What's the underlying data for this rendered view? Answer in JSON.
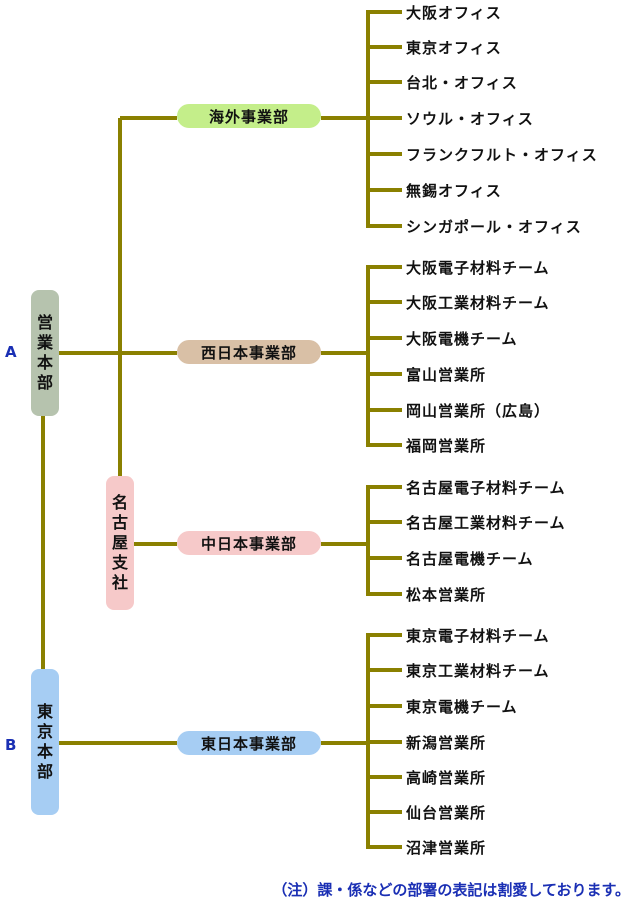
{
  "hq": [
    {
      "letter": "A",
      "name": "営業本部",
      "color": "#b6c3ae"
    },
    {
      "letter": "B",
      "name": "東京本部",
      "color": "#a6cdf3"
    }
  ],
  "branch": {
    "name": "名古屋支社",
    "color": "#f6c9c9"
  },
  "divisions": [
    {
      "name": "海外事業部",
      "color": "#c4ee8a",
      "items": [
        "大阪オフィス",
        "東京オフィス",
        "台北・オフィス",
        "ソウル・オフィス",
        "フランクフルト・オフィス",
        "無錫オフィス",
        "シンガポール・オフィス"
      ]
    },
    {
      "name": "西日本事業部",
      "color": "#d9c0a6",
      "items": [
        "大阪電子材料チーム",
        "大阪工業材料チーム",
        "大阪電機チーム",
        "富山営業所",
        "岡山営業所（広島）",
        "福岡営業所"
      ]
    },
    {
      "name": "中日本事業部",
      "color": "#f6c9c9",
      "items": [
        "名古屋電子材料チーム",
        "名古屋工業材料チーム",
        "名古屋電機チーム",
        "松本営業所"
      ]
    },
    {
      "name": "東日本事業部",
      "color": "#a6cdf3",
      "items": [
        "東京電子材料チーム",
        "東京工業材料チーム",
        "東京電機チーム",
        "新潟営業所",
        "高崎営業所",
        "仙台営業所",
        "沼津営業所"
      ]
    }
  ],
  "note": "（注）課・係などの部署の表記は割愛しております。",
  "colors": {
    "line": "#8a8000",
    "accent": "#1a2fb4"
  }
}
